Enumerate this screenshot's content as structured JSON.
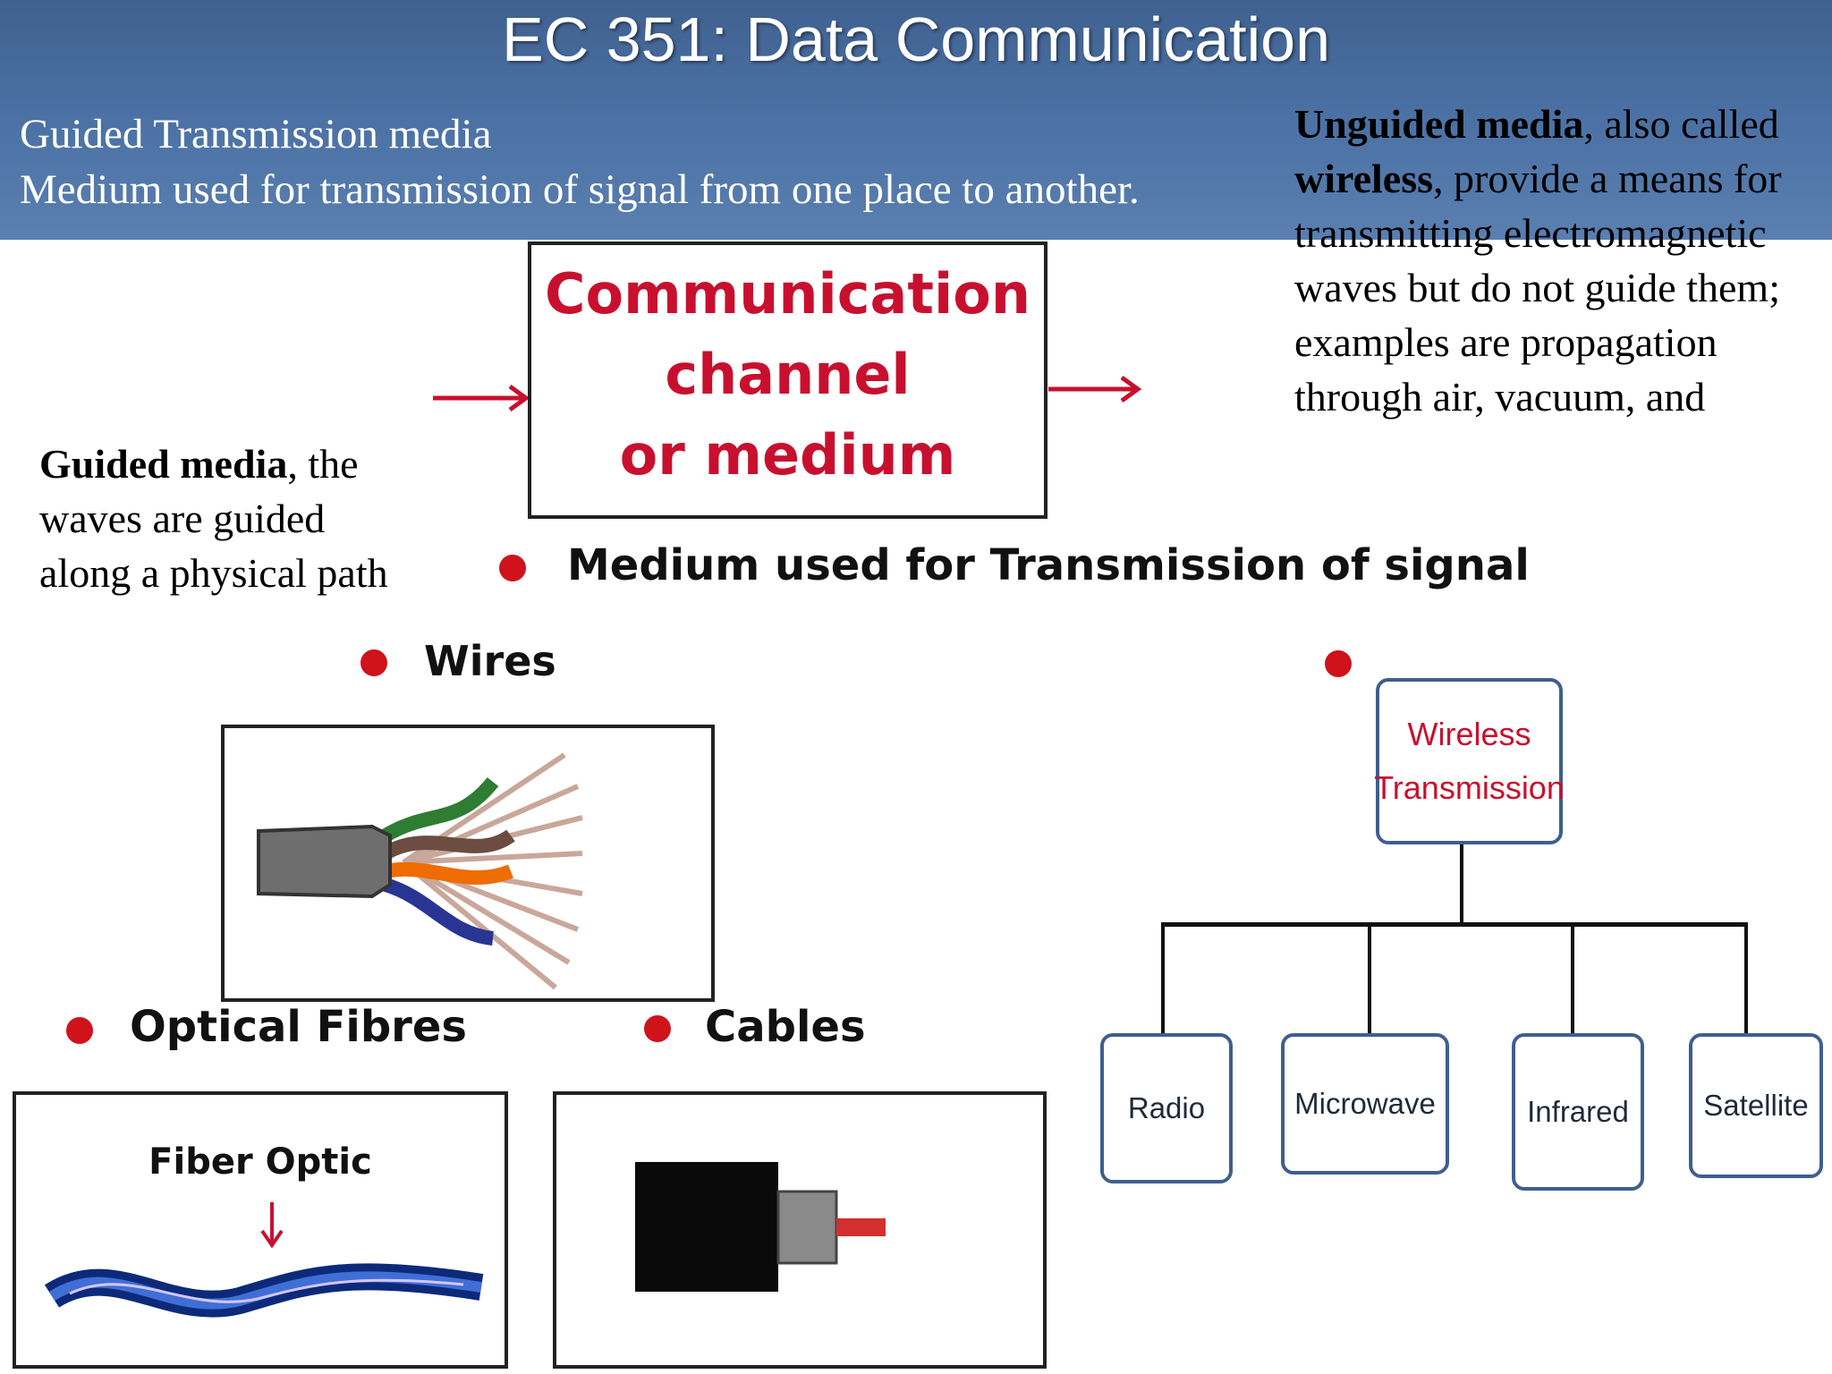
{
  "slide": {
    "title": "EC 351: Data Communication",
    "subtitle_line1": "Guided Transmission media",
    "subtitle_line2": "Medium used for transmission of signal from one place to another."
  },
  "unguided": {
    "bold1": "Unguided media",
    "text1": ", also called",
    "bold2": "wireless",
    "text2": ", provide a means for transmitting electromagnetic waves but do not guide them; examples are propagation through air, vacuum, and"
  },
  "guided": {
    "bold": "Guided media",
    "text": ", the waves are guided along a physical path"
  },
  "channel": {
    "line1": "Communication",
    "line2": "channel",
    "line3": "or medium"
  },
  "labels": {
    "medium_heading": "Medium used for Transmission of signal",
    "wires": "Wires",
    "optical": "Optical Fibres",
    "cables": "Cables",
    "fiber_optic": "Fiber Optic"
  },
  "wireless": {
    "root_line1": "Wireless",
    "root_line2": "Transmission",
    "children": [
      "Radio",
      "Microwave",
      "Infrared",
      "Satellite"
    ]
  },
  "colors": {
    "header": "#4d73a6",
    "accent_red": "#d0121b",
    "box_border": "#3e5f8f"
  }
}
